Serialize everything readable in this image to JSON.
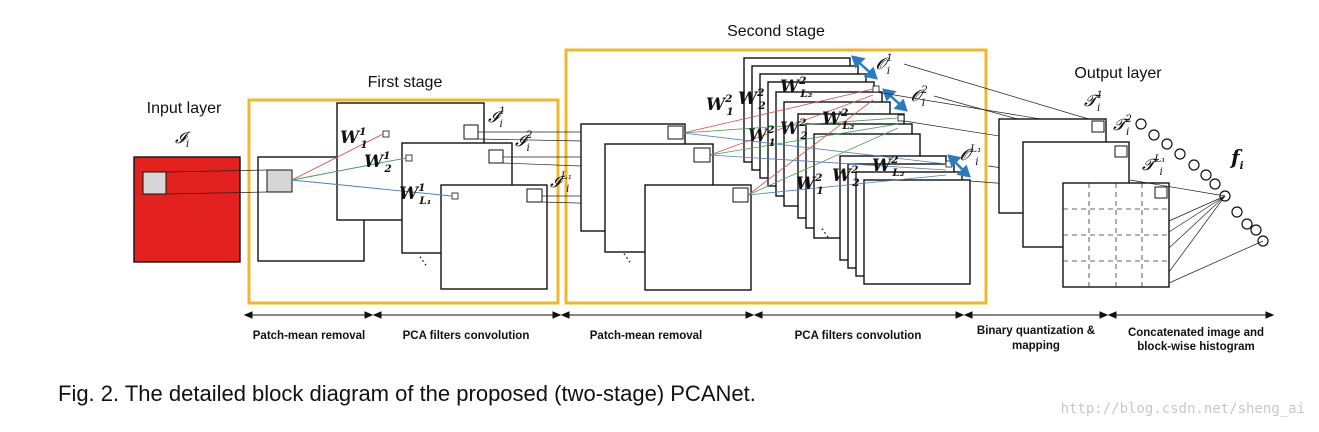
{
  "stages": {
    "input_layer": "Input layer",
    "first_stage": "First stage",
    "second_stage": "Second stage",
    "output_layer": "Output layer"
  },
  "symbols": {
    "input_image": "𝓘",
    "input_sub": "i",
    "first_stage_filters": [
      {
        "base": "W",
        "sub": "1",
        "sup": "1"
      },
      {
        "base": "W",
        "sub": "2",
        "sup": "1"
      },
      {
        "base": "W",
        "sub": "L₁",
        "sup": "1"
      }
    ],
    "first_stage_outputs": [
      {
        "base": "𝓘",
        "sub": "i",
        "sup": "1"
      },
      {
        "base": "𝓘",
        "sub": "i",
        "sup": "2"
      },
      {
        "base": "𝓘",
        "sub": "i",
        "sup": "L₁"
      }
    ],
    "second_stage_filters": [
      {
        "base": "W",
        "sub": "1",
        "sup": "2"
      },
      {
        "base": "W",
        "sub": "2",
        "sup": "2"
      },
      {
        "base": "W",
        "sub": "L₂",
        "sup": "2"
      }
    ],
    "second_stage_outputs": [
      {
        "base": "𝓞",
        "sub": "i",
        "sup": "1"
      },
      {
        "base": "𝓞",
        "sub": "i",
        "sup": "2"
      },
      {
        "base": "𝓞",
        "sub": "i",
        "sup": "L₁"
      }
    ],
    "output_maps": [
      {
        "base": "𝓣",
        "sub": "i",
        "sup": "1"
      },
      {
        "base": "𝓣",
        "sub": "i",
        "sup": "2"
      },
      {
        "base": "𝓣",
        "sub": "i",
        "sup": "L₁"
      }
    ],
    "feature": {
      "base": "f",
      "sub": "i"
    },
    "ellipsis": "⋮"
  },
  "sections": [
    "Patch-mean removal",
    "PCA filters convolution",
    "Patch-mean removal",
    "PCA filters convolution",
    "Binary quantization &",
    "mapping",
    "Concatenated image and",
    "block-wise histogram"
  ],
  "caption": "Fig. 2. The detailed block diagram of the proposed (two-stage) PCANet.",
  "watermark": "http://blog.csdn.net/sheng_ai",
  "colors": {
    "frame": "#f0b72a",
    "input_image": "#e3211f",
    "patch": "#d6d6d6",
    "blue_arrow": "#2a7bc0",
    "line_red": "#d64d4d",
    "line_green": "#4a9c5a",
    "line_blue": "#4a7fc0"
  }
}
